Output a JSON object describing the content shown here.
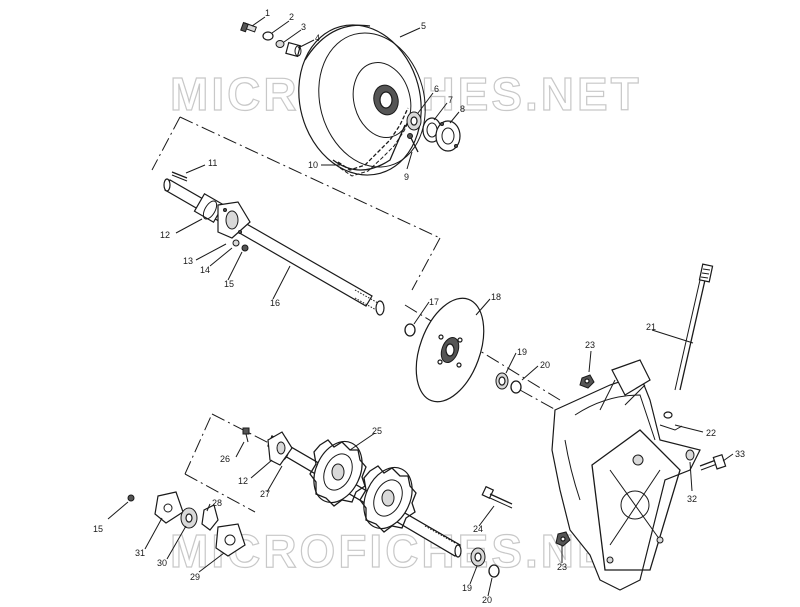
{
  "watermark": {
    "top_text": "MICROFICHES.NET",
    "bottom_text": "MICROFICHES.NET"
  },
  "callouts": [
    {
      "id": "c1",
      "text": "1"
    },
    {
      "id": "c2",
      "text": "2"
    },
    {
      "id": "c3",
      "text": "3"
    },
    {
      "id": "c4",
      "text": "4"
    },
    {
      "id": "c5",
      "text": "5"
    },
    {
      "id": "c6",
      "text": "6"
    },
    {
      "id": "c7",
      "text": "7"
    },
    {
      "id": "c8",
      "text": "8"
    },
    {
      "id": "c9",
      "text": "9"
    },
    {
      "id": "c10",
      "text": "10"
    },
    {
      "id": "c11",
      "text": "11"
    },
    {
      "id": "c12a",
      "text": "12"
    },
    {
      "id": "c13",
      "text": "13"
    },
    {
      "id": "c14",
      "text": "14"
    },
    {
      "id": "c15a",
      "text": "15"
    },
    {
      "id": "c16",
      "text": "16"
    },
    {
      "id": "c17",
      "text": "17"
    },
    {
      "id": "c18",
      "text": "18"
    },
    {
      "id": "c19a",
      "text": "19"
    },
    {
      "id": "c20a",
      "text": "20"
    },
    {
      "id": "c21",
      "text": "21"
    },
    {
      "id": "c22",
      "text": "22"
    },
    {
      "id": "c23a",
      "text": "23"
    },
    {
      "id": "c33",
      "text": "33"
    },
    {
      "id": "c32",
      "text": "32"
    },
    {
      "id": "c25",
      "text": "25"
    },
    {
      "id": "c26",
      "text": "26"
    },
    {
      "id": "c12b",
      "text": "12"
    },
    {
      "id": "c27",
      "text": "27"
    },
    {
      "id": "c24",
      "text": "24"
    },
    {
      "id": "c23b",
      "text": "23"
    },
    {
      "id": "c15b",
      "text": "15"
    },
    {
      "id": "c28",
      "text": "28"
    },
    {
      "id": "c31",
      "text": "31"
    },
    {
      "id": "c30",
      "text": "30"
    },
    {
      "id": "c29",
      "text": "29"
    },
    {
      "id": "c19b",
      "text": "19"
    },
    {
      "id": "c20b",
      "text": "20"
    }
  ]
}
